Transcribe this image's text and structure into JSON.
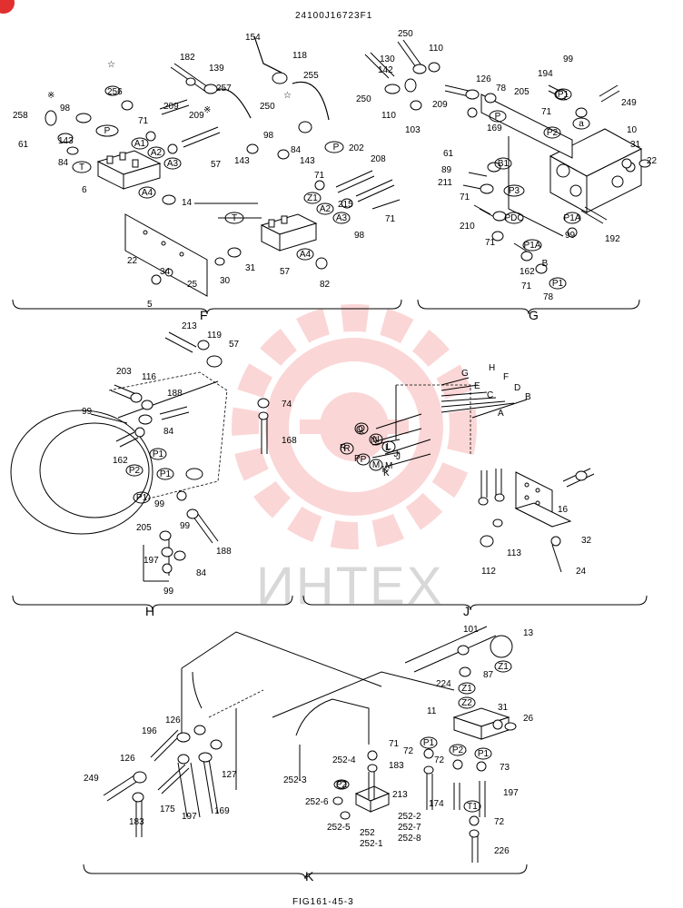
{
  "header": {
    "drawing_number": "24100J16723F1",
    "figure_label": "FIG161-45-3"
  },
  "watermark": {
    "text": "ИНТЕХ",
    "color": "#f04a4a"
  },
  "sections": {
    "F": "F",
    "G": "G",
    "H": "H",
    "J": "J",
    "K": "K"
  },
  "callouts": {
    "F": [
      "154",
      "118",
      "250",
      "182",
      "139",
      "257",
      "255",
      "256",
      "258",
      "98",
      "143",
      "84",
      "6",
      "71",
      "209",
      "209",
      "57",
      "14",
      "22",
      "31",
      "30",
      "34",
      "25",
      "5",
      "57",
      "82",
      "71",
      "215",
      "202",
      "208",
      "71",
      "98",
      "143",
      "98",
      "84",
      "143",
      "61"
    ],
    "G": [
      "250",
      "110",
      "130",
      "142",
      "250",
      "110",
      "103",
      "126",
      "78",
      "209",
      "169",
      "194",
      "99",
      "249",
      "205",
      "71",
      "10",
      "31",
      "22",
      "61",
      "89",
      "211",
      "71",
      "210",
      "71",
      "192",
      "162",
      "71",
      "78",
      "99"
    ],
    "H": [
      "213",
      "119",
      "57",
      "203",
      "116",
      "188",
      "74",
      "99",
      "84",
      "168",
      "162",
      "99",
      "205",
      "99",
      "197",
      "188",
      "84",
      "99"
    ],
    "J": [
      "G",
      "H",
      "E",
      "F",
      "C",
      "D",
      "A",
      "B",
      "Q",
      "N",
      "L",
      "R",
      "M",
      "P",
      "J",
      "K",
      "16",
      "32",
      "113",
      "112",
      "24"
    ],
    "K": [
      "101",
      "13",
      "87",
      "224",
      "11",
      "31",
      "26",
      "196",
      "126",
      "126",
      "249",
      "175",
      "197",
      "127",
      "169",
      "183",
      "71",
      "72",
      "72",
      "73",
      "183",
      "213",
      "174",
      "197",
      "72",
      "226",
      "252-4",
      "252-3",
      "252-6",
      "252-5",
      "252",
      "252-1",
      "252-2",
      "252-7",
      "252-8"
    ]
  },
  "port_tags": {
    "F": [
      "P",
      "A1",
      "A2",
      "A3",
      "A4",
      "T",
      "P",
      "Z1",
      "A2",
      "A3",
      "T",
      "A4"
    ],
    "G": [
      "P",
      "P1",
      "P2",
      "a",
      "B1",
      "P3",
      "PDC",
      "P1A",
      "P1A",
      "P1",
      "B"
    ],
    "H": [
      "P1",
      "P2",
      "P1",
      "P1"
    ],
    "J": [
      "Q",
      "N",
      "L",
      "R",
      "M",
      "P",
      "J",
      "K"
    ],
    "K": [
      "Z1",
      "Z1",
      "Z2",
      "P1",
      "P2",
      "P1",
      "T1",
      "P2"
    ]
  }
}
